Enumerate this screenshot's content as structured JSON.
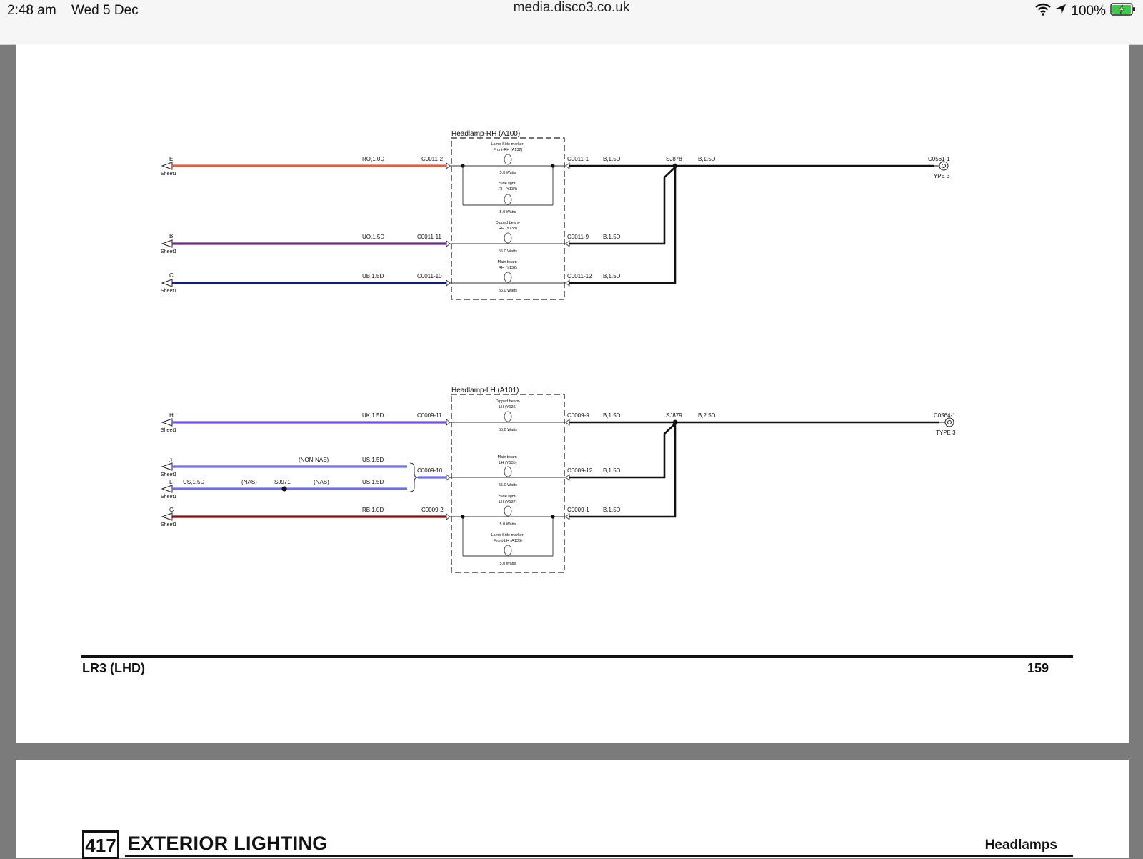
{
  "status_bar": {
    "time": "2:48 am",
    "date": "Wed 5 Dec",
    "url": "media.disco3.co.uk",
    "battery": "100%"
  },
  "diagram": {
    "rh": {
      "title": "Headlamp-RH (A100)",
      "wires": [
        {
          "pin": "E",
          "sheet": "Sheet1",
          "code": "RO,1.0D",
          "connector": "C0011-2",
          "color": "#f05a3c"
        },
        {
          "pin": "B",
          "sheet": "Sheet1",
          "code": "UO,1.5D",
          "connector": "C0011-11",
          "color": "#6a2a8a"
        },
        {
          "pin": "C",
          "sheet": "Sheet1",
          "code": "UB,1.5D",
          "connector": "C0011-10",
          "color": "#10207a"
        }
      ],
      "lamps": [
        {
          "name1": "Lamp-Side marker-",
          "name2": "Front-RH (A132)",
          "watts": "5.0 Watts"
        },
        {
          "name1": "Side light-",
          "name2": "RH (Y134)",
          "watts": "5.0 Watts"
        },
        {
          "name1": "Dipped beam-",
          "name2": "RH (Y133)",
          "watts": "55.0 Watts"
        },
        {
          "name1": "Main beam-",
          "name2": "RH (Y132)",
          "watts": "55.0 Watts"
        }
      ],
      "outputs": [
        {
          "connector": "C0011-1",
          "code": "B,1.5D"
        },
        {
          "connector": "C0011-9",
          "code": "B,1.5D"
        },
        {
          "connector": "C0011-12",
          "code": "B,1.5D"
        }
      ],
      "splice": "SJ878",
      "ground_code": "B,1.5D",
      "ground_id": "C0561-1",
      "ground_type": "TYPE 3"
    },
    "lh": {
      "title": "Headlamp-LH (A101)",
      "wires": [
        {
          "pin": "H",
          "sheet": "Sheet1",
          "code": "UK,1.5D",
          "connector": "C0009-11",
          "color": "#7a4ee0"
        },
        {
          "pin": "J",
          "sheet": "Sheet1",
          "code": "US,1.5D",
          "note": "(NON-NAS)",
          "color": "#6e6ee6"
        },
        {
          "pin": "L",
          "sheet": "Sheet1",
          "code_left": "US,1.5D",
          "note_left": "(NAS)",
          "splice": "SJ971",
          "note_right": "(NAS)",
          "code": "US,1.5D",
          "color": "#6e6ee6"
        },
        {
          "pin": "G",
          "sheet": "Sheet1",
          "code": "RB,1.0D",
          "connector": "C0009-2",
          "color": "#8a1010"
        }
      ],
      "merge_connector": "C0009-10",
      "lamps": [
        {
          "name1": "Dipped beam-",
          "name2": "LH (Y136)",
          "watts": "55.0 Watts"
        },
        {
          "name1": "Main beam-",
          "name2": "LH (Y135)",
          "watts": "55.0 Watts"
        },
        {
          "name1": "Side light-",
          "name2": "LH (Y137)",
          "watts": "5.0 Watts"
        },
        {
          "name1": "Lamp-Side marker-",
          "name2": "Front-LH (A133)",
          "watts": "5.0 Watts"
        }
      ],
      "outputs": [
        {
          "connector": "C0009-9",
          "code": "B,1.5D"
        },
        {
          "connector": "C0009-12",
          "code": "B,1.5D"
        },
        {
          "connector": "C0009-1",
          "code": "B,1.5D"
        }
      ],
      "splice": "SJ879",
      "ground_code": "B,2.5D",
      "ground_id": "C0564-1",
      "ground_type": "TYPE 3"
    }
  },
  "footer": {
    "left": "LR3 (LHD)",
    "right": "159"
  },
  "next_page": {
    "section_number": "417",
    "section_title": "EXTERIOR LIGHTING",
    "subtitle": "Headlamps"
  }
}
